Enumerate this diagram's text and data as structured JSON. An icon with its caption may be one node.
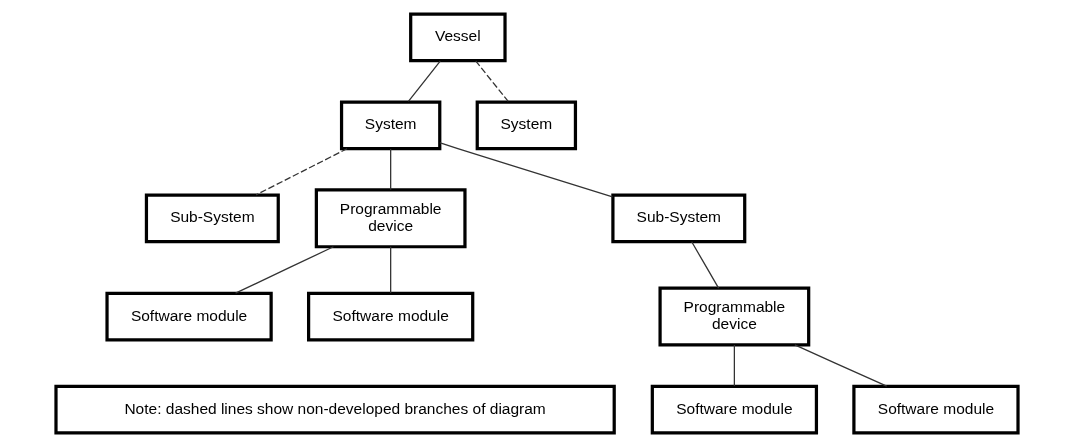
{
  "diagram": {
    "nodes": [
      {
        "text": [
          "Vessel"
        ]
      },
      {
        "text": [
          "System"
        ]
      },
      {
        "text": [
          "System"
        ]
      },
      {
        "text": [
          "Sub-System"
        ]
      },
      {
        "text": [
          "Programmable device"
        ]
      },
      {
        "text": [
          "Sub-System"
        ]
      },
      {
        "text": [
          "Programmable device"
        ]
      },
      {
        "text": [
          "Software module"
        ]
      },
      {
        "text": [
          "Software module"
        ]
      },
      {
        "text": [
          "Software module"
        ]
      },
      {
        "text": [
          "Software module"
        ]
      },
      {
        "text": [
          "Note: dashed lines show non-developed branches of diagram"
        ]
      }
    ],
    "edges": [
      {
        "from": 0,
        "to": 1,
        "arrow": "none"
      },
      {
        "from": 0,
        "to": 2,
        "arrow": "none",
        "style": "dashed"
      },
      {
        "from": 1,
        "to": 3,
        "arrow": "none",
        "style": "dashed"
      },
      {
        "from": 1,
        "to": 4,
        "arrow": "none"
      },
      {
        "from": 1,
        "to": 5,
        "arrow": "none"
      },
      {
        "from": 5,
        "to": 6,
        "arrow": "none"
      },
      {
        "from": 4,
        "to": 7,
        "arrow": "none"
      },
      {
        "from": 4,
        "to": 8,
        "arrow": "none"
      },
      {
        "from": 6,
        "to": 9,
        "arrow": "none"
      },
      {
        "from": 6,
        "to": 10,
        "arrow": "none"
      }
    ]
  }
}
